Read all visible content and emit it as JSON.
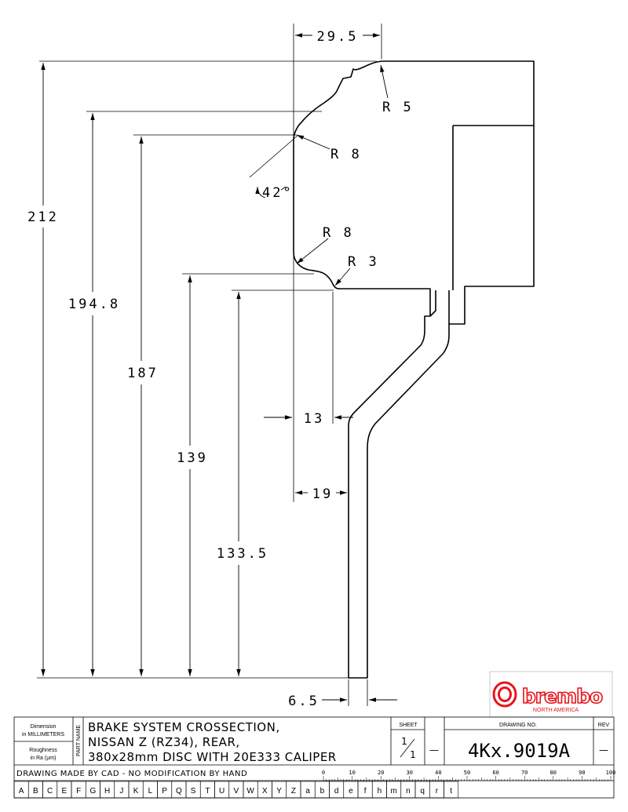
{
  "dimensions": {
    "top_width": "29.5",
    "r5": "R 5",
    "r8_upper": "R 8",
    "angle": "42°",
    "h212": "212",
    "h194_8": "194.8",
    "h187": "187",
    "r8_lower": "R 8",
    "r3": "R 3",
    "h139": "139",
    "h133_5": "133.5",
    "w13": "13",
    "w19": "19",
    "w6_5": "6.5"
  },
  "logo": {
    "brand": "brembo",
    "sub": "NORTH AMERICA",
    "color": "#e8141c"
  },
  "title_block": {
    "dimension_label_1": "Dimension",
    "dimension_label_2": "in MILLIMETERS",
    "roughness_label_1": "Roughness",
    "roughness_label_2": "in Ra (µm)",
    "part_name_label": "PART NAME",
    "title_line1": "BRAKE SYSTEM CROSSECTION,",
    "title_line2": "NISSAN Z (RZ34), REAR,",
    "title_line3": "380x28mm DISC WITH 20E333 CALIPER",
    "sheet_label": "SHEET",
    "sheet_num": "1",
    "sheet_den": "1",
    "dash1": "—",
    "drawing_no_label": "DRAWING NO.",
    "drawing_no": "4Kx.9019A",
    "rev_label": "REV",
    "rev": "—",
    "cad_note": "DRAWING MADE BY CAD - NO MODIFICATION BY HAND"
  },
  "ruler": [
    "0",
    "10",
    "20",
    "30",
    "40",
    "50",
    "60",
    "70",
    "80",
    "90",
    "100"
  ],
  "letters": [
    "A",
    "B",
    "C",
    "E",
    "F",
    "G",
    "H",
    "J",
    "K",
    "L",
    "P",
    "Q",
    "S",
    "T",
    "U",
    "V",
    "W",
    "X",
    "Y",
    "Z",
    "a",
    "b",
    "d",
    "e",
    "f",
    "h",
    "m",
    "n",
    "q",
    "r",
    "t"
  ]
}
